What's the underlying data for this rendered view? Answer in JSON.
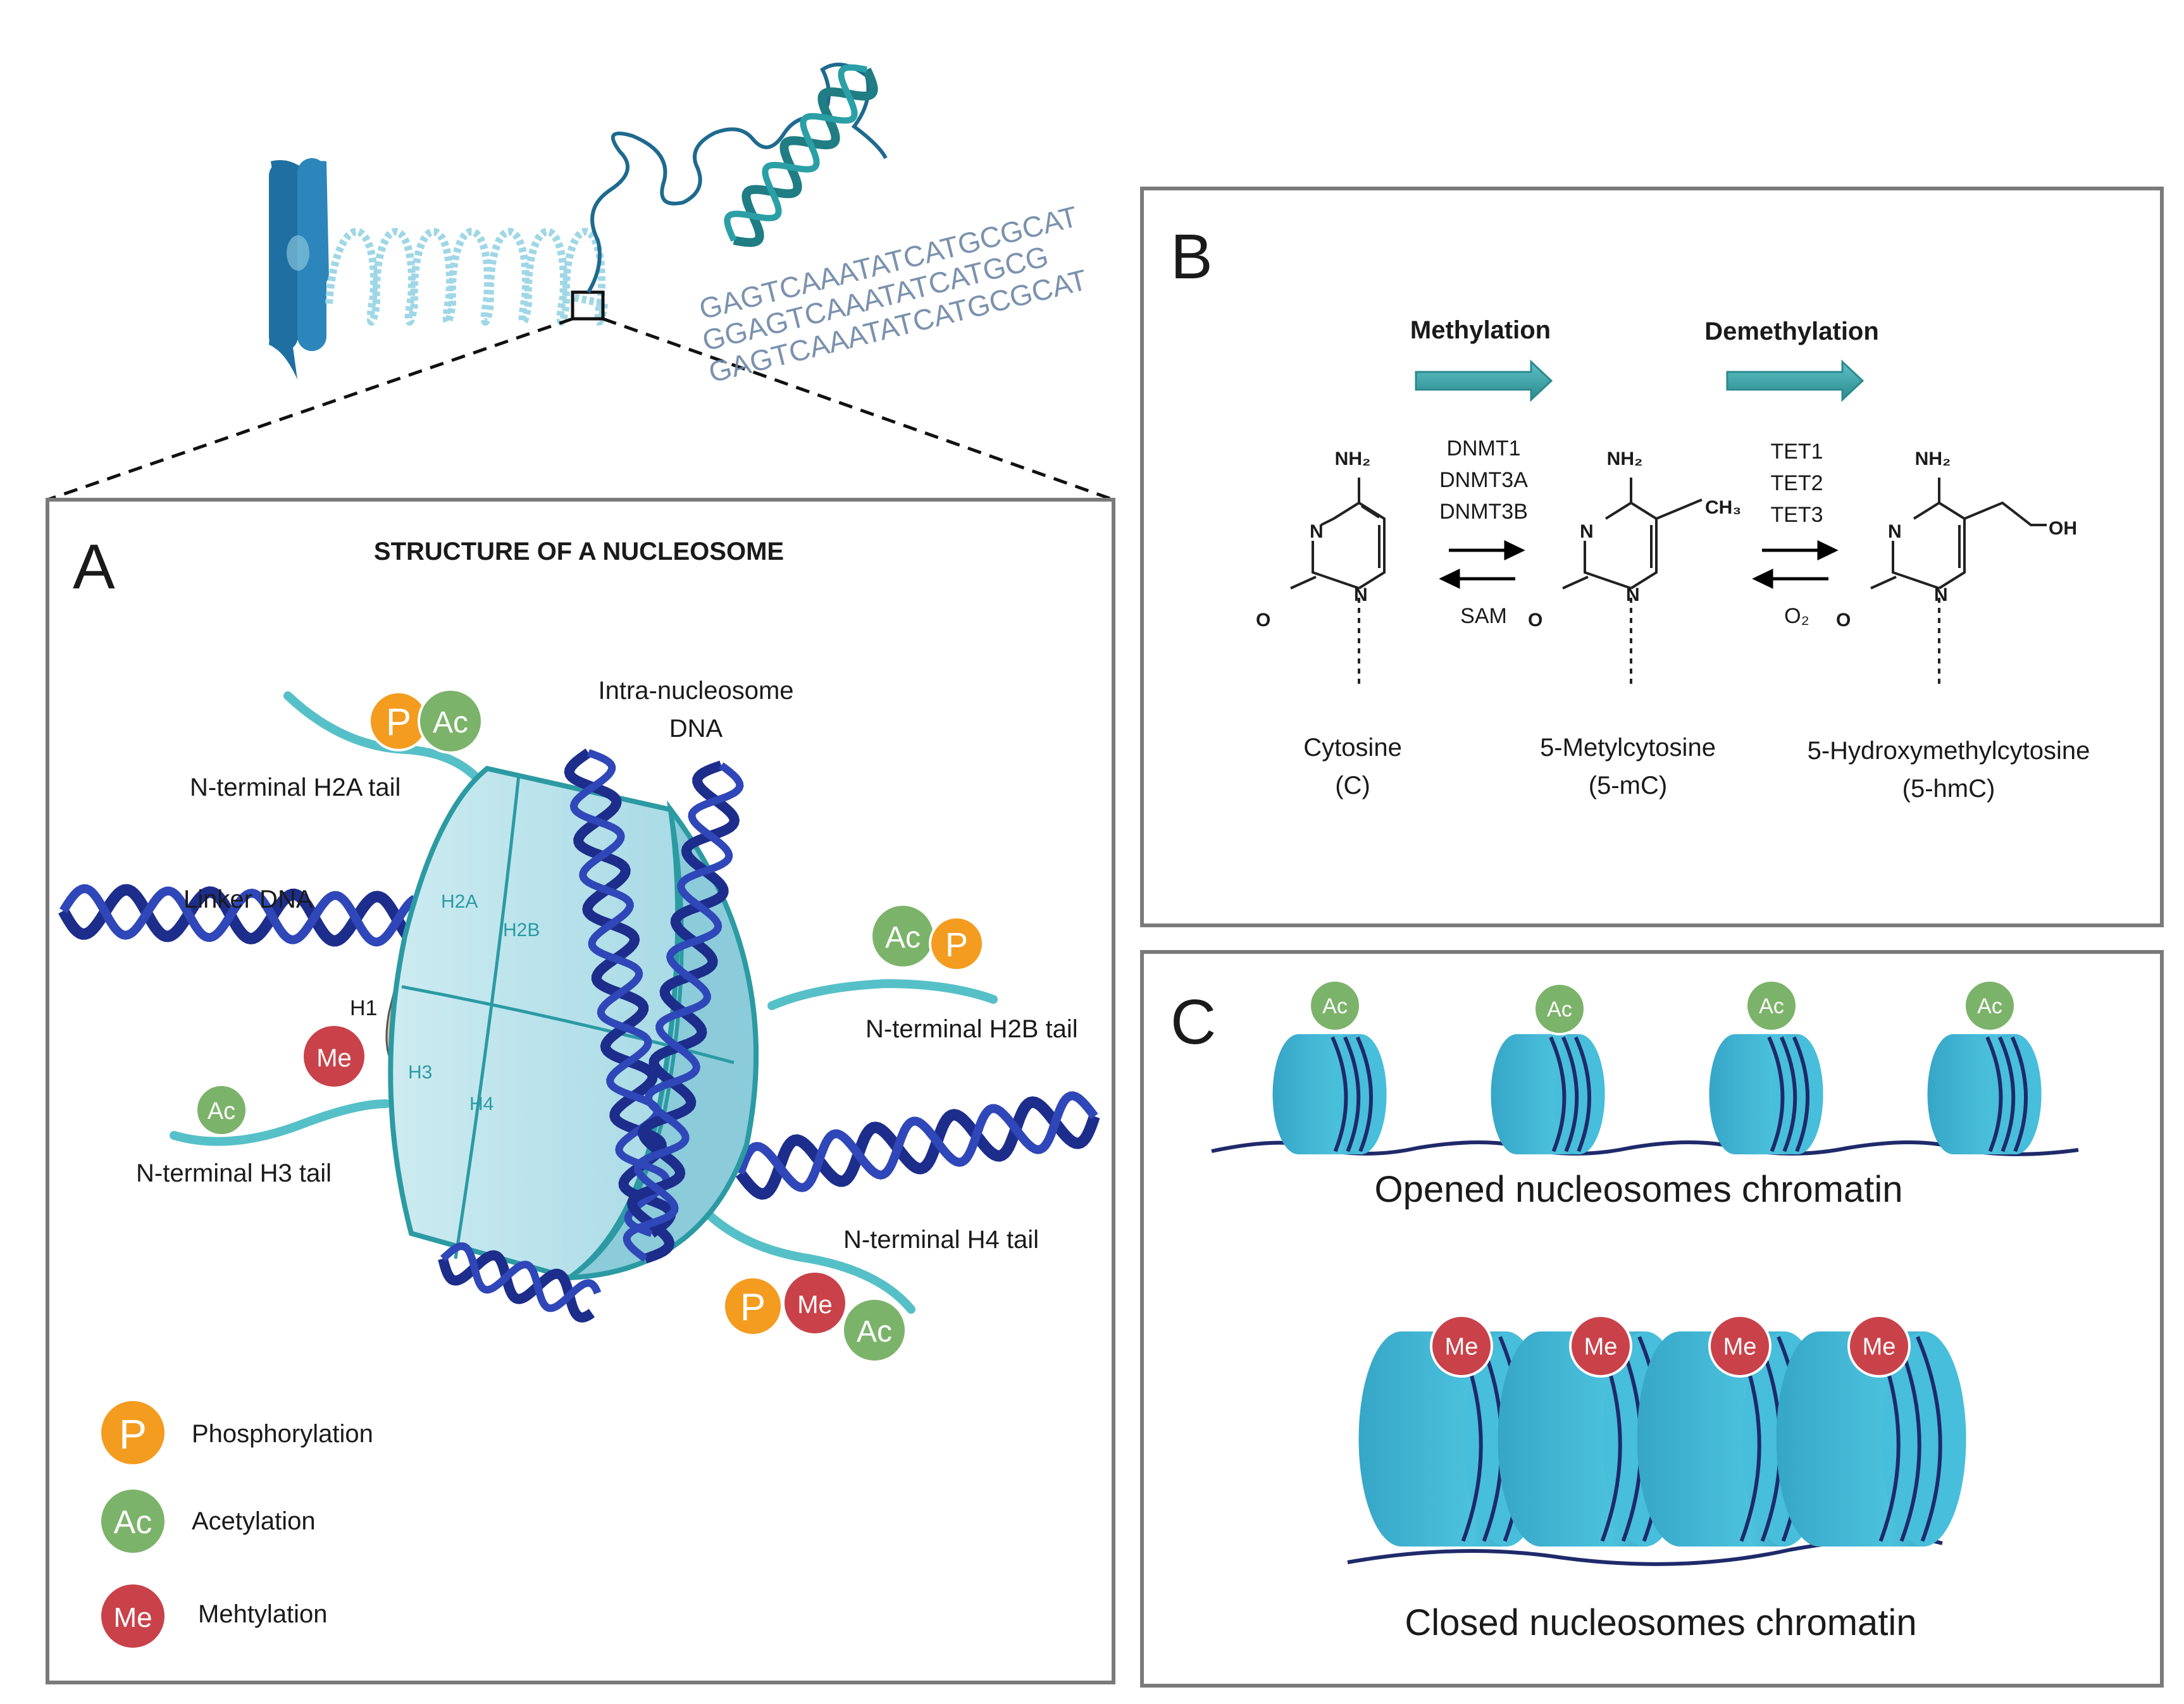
{
  "dna_sequence_lines": [
    "GAGTCAAATATCATGCGCAT",
    "GGAGTCAAATATCATGCG",
    "GAGTCAAATATCATGCGCAT"
  ],
  "panel_a": {
    "letter": "A",
    "title": "STRUCTURE OF A NUCLEOSOME",
    "labels": {
      "h2a_tail": "N-terminal H2A tail",
      "intra_dna_1": "Intra-nucleosome",
      "intra_dna_2": "DNA",
      "linker_dna": "Linker DNA",
      "h1": "H1",
      "h2b_tail": "N-terminal H2B tail",
      "h3_tail": "N-terminal H3 tail",
      "h4_tail": "N-terminal H4 tail"
    },
    "histones": {
      "h2a": "H2A",
      "h2b": "H2B",
      "h3": "H3",
      "h4": "H4"
    },
    "marks": {
      "p": "P",
      "ac": "Ac",
      "me": "Me"
    },
    "legend": [
      {
        "symbol": "P",
        "label": "Phosphorylation",
        "color": "#f39c1f"
      },
      {
        "symbol": "Ac",
        "label": "Acetylation",
        "color": "#7cb36a"
      },
      {
        "symbol": "Me",
        "label": "Mehtylation",
        "color": "#c9424a"
      }
    ]
  },
  "panel_b": {
    "letter": "B",
    "methylation": "Methylation",
    "demethylation": "Demethylation",
    "enzymes_forward_1": [
      "DNMT1",
      "DNMT3A",
      "DNMT3B"
    ],
    "cofactor_1": "SAM",
    "enzymes_forward_2": [
      "TET1",
      "TET2",
      "TET3"
    ],
    "cofactor_2": "O₂",
    "atoms": {
      "nh2": "NH₂",
      "n": "N",
      "o": "O",
      "ch3": "CH₃",
      "oh": "OH"
    },
    "compounds": [
      {
        "name": "Cytosine",
        "abbr": "(C)"
      },
      {
        "name": "5-Metylcytosine",
        "abbr": "(5-mC)"
      },
      {
        "name": "5-Hydroxymethylcytosine",
        "abbr": "(5-hmC)"
      }
    ]
  },
  "panel_c": {
    "letter": "C",
    "opened": "Opened nucleosomes chromatin",
    "closed": "Closed nucleosomes chromatin",
    "ac_mark": "Ac",
    "me_mark": "Me"
  },
  "colors": {
    "chromosome": "#1f6fa3",
    "light_cyan": "#9fd7e6",
    "dna_dark": "#1d2d8c",
    "teal": "#2b8a8e",
    "histone": "#bfe5ec",
    "nucleosome": "#3bb3d3",
    "acetyl": "#7cb36a",
    "phospho": "#f39c1f",
    "methyl": "#c9424a"
  }
}
